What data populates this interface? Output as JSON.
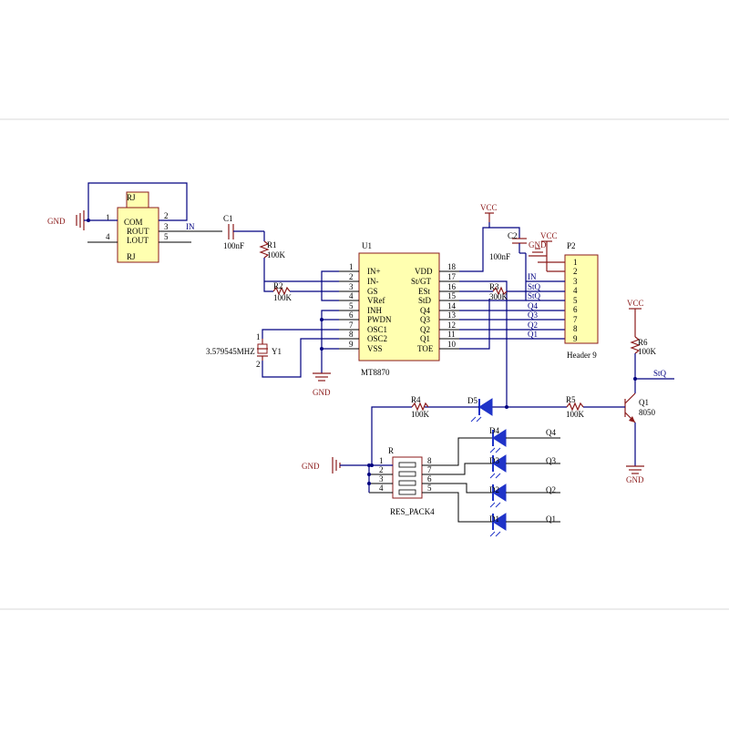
{
  "colors": {
    "wire": "#000080",
    "component": "#8b1a1a",
    "body_fill": "#ffffb0",
    "led": "#1f33c8",
    "background": "#ffffff"
  },
  "power": {
    "gnd": "GND",
    "vcc": "VCC"
  },
  "jack": {
    "label_top": "RJ",
    "label_bottom": "RJ",
    "pins": [
      "COM",
      "ROUT",
      "LOUT"
    ],
    "pin_numbers": [
      "1",
      "2",
      "3",
      "4",
      "5"
    ],
    "net": "IN"
  },
  "c1": {
    "name": "C1",
    "value": "100nF"
  },
  "r1": {
    "name": "R1",
    "value": "100K"
  },
  "r2": {
    "name": "R2",
    "value": "100K"
  },
  "r3": {
    "name": "R3",
    "value": "300K"
  },
  "r4": {
    "name": "R4",
    "value": "100K"
  },
  "r5": {
    "name": "R5",
    "value": "100K"
  },
  "r6": {
    "name": "R6",
    "value": "100K"
  },
  "c2": {
    "name": "C2",
    "value": "100nF"
  },
  "y1": {
    "name": "Y1",
    "value": "3.579545MHZ",
    "pins": [
      "1",
      "2"
    ]
  },
  "u1": {
    "name": "U1",
    "part": "MT8870",
    "left_pins": [
      {
        "num": "1",
        "name": "IN+"
      },
      {
        "num": "2",
        "name": "IN-"
      },
      {
        "num": "3",
        "name": "GS"
      },
      {
        "num": "4",
        "name": "VRef"
      },
      {
        "num": "5",
        "name": "INH"
      },
      {
        "num": "6",
        "name": "PWDN"
      },
      {
        "num": "7",
        "name": "OSC1"
      },
      {
        "num": "8",
        "name": "OSC2"
      },
      {
        "num": "9",
        "name": "VSS"
      }
    ],
    "right_pins": [
      {
        "num": "18",
        "name": "VDD"
      },
      {
        "num": "17",
        "name": "St/GT"
      },
      {
        "num": "16",
        "name": "ESt"
      },
      {
        "num": "15",
        "name": "StD"
      },
      {
        "num": "14",
        "name": "Q4"
      },
      {
        "num": "13",
        "name": "Q3"
      },
      {
        "num": "12",
        "name": "Q2"
      },
      {
        "num": "11",
        "name": "Q1"
      },
      {
        "num": "10",
        "name": "TOE"
      }
    ]
  },
  "p2": {
    "name": "P2",
    "part": "Header 9",
    "pins": [
      "1",
      "2",
      "3",
      "4",
      "5",
      "6",
      "7",
      "8",
      "9"
    ],
    "nets": [
      "IN",
      "StQ",
      "Q4",
      "Q3",
      "Q2",
      "Q1"
    ]
  },
  "q1": {
    "name": "Q1",
    "part": "8050",
    "net": "StQ"
  },
  "leds": [
    "D5",
    "D4",
    "D3",
    "D2",
    "D1"
  ],
  "led_nets": [
    "Q4",
    "Q3",
    "Q2",
    "Q1"
  ],
  "resistor_pack": {
    "name": "R",
    "part": "RES_PACK4",
    "left_pins": [
      "1",
      "2",
      "3",
      "4"
    ],
    "right_pins": [
      "8",
      "7",
      "6",
      "5"
    ]
  }
}
